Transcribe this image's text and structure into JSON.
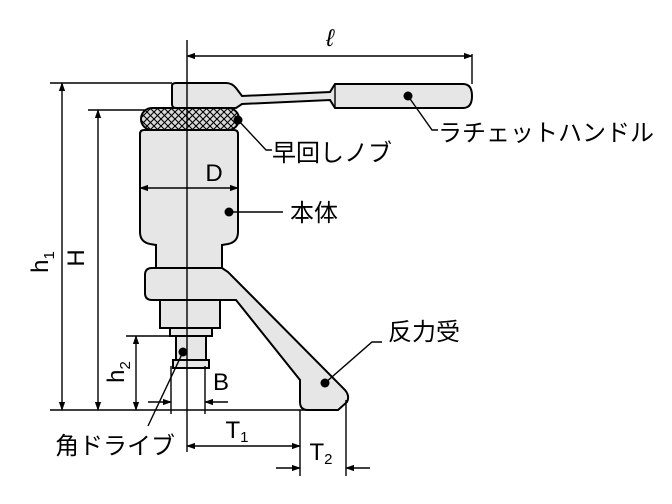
{
  "parts": {
    "ratchet_handle": "ラチェットハンドル",
    "quick_knob": "早回しノブ",
    "body": "本体",
    "reaction_arm": "反力受",
    "square_drive": "角ドライブ"
  },
  "dimensions": {
    "l": "ℓ",
    "D": "D",
    "h1_main": "h",
    "h1_sub": "1",
    "H": "H",
    "h2_main": "h",
    "h2_sub": "2",
    "B": "B",
    "T1_main": "T",
    "T1_sub": "1",
    "T2_main": "T",
    "T2_sub": "2"
  }
}
